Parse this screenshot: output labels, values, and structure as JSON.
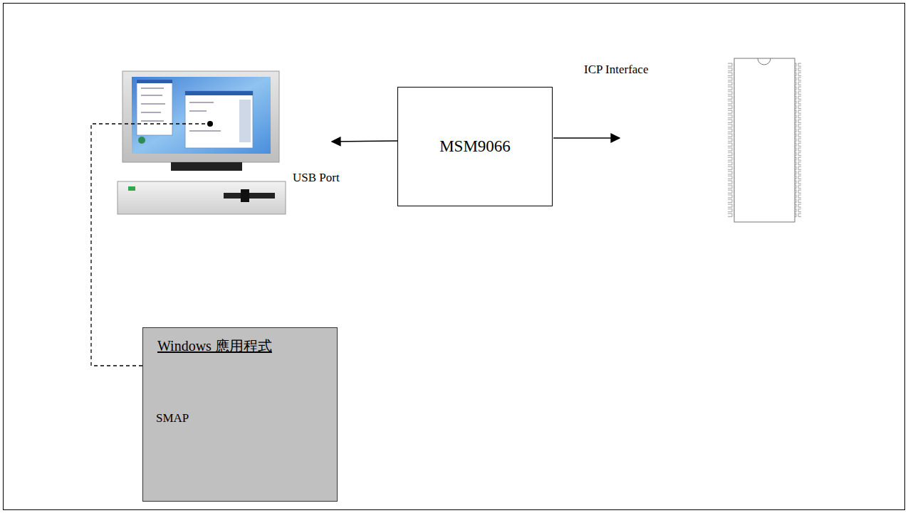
{
  "diagram": {
    "nodes": [
      {
        "text": [
          "MSM9066"
        ]
      },
      {
        "text": [
          "Windows 應用程式",
          "SMAP"
        ]
      }
    ],
    "labels": [
      "ICP Interface",
      "USB Port"
    ]
  }
}
